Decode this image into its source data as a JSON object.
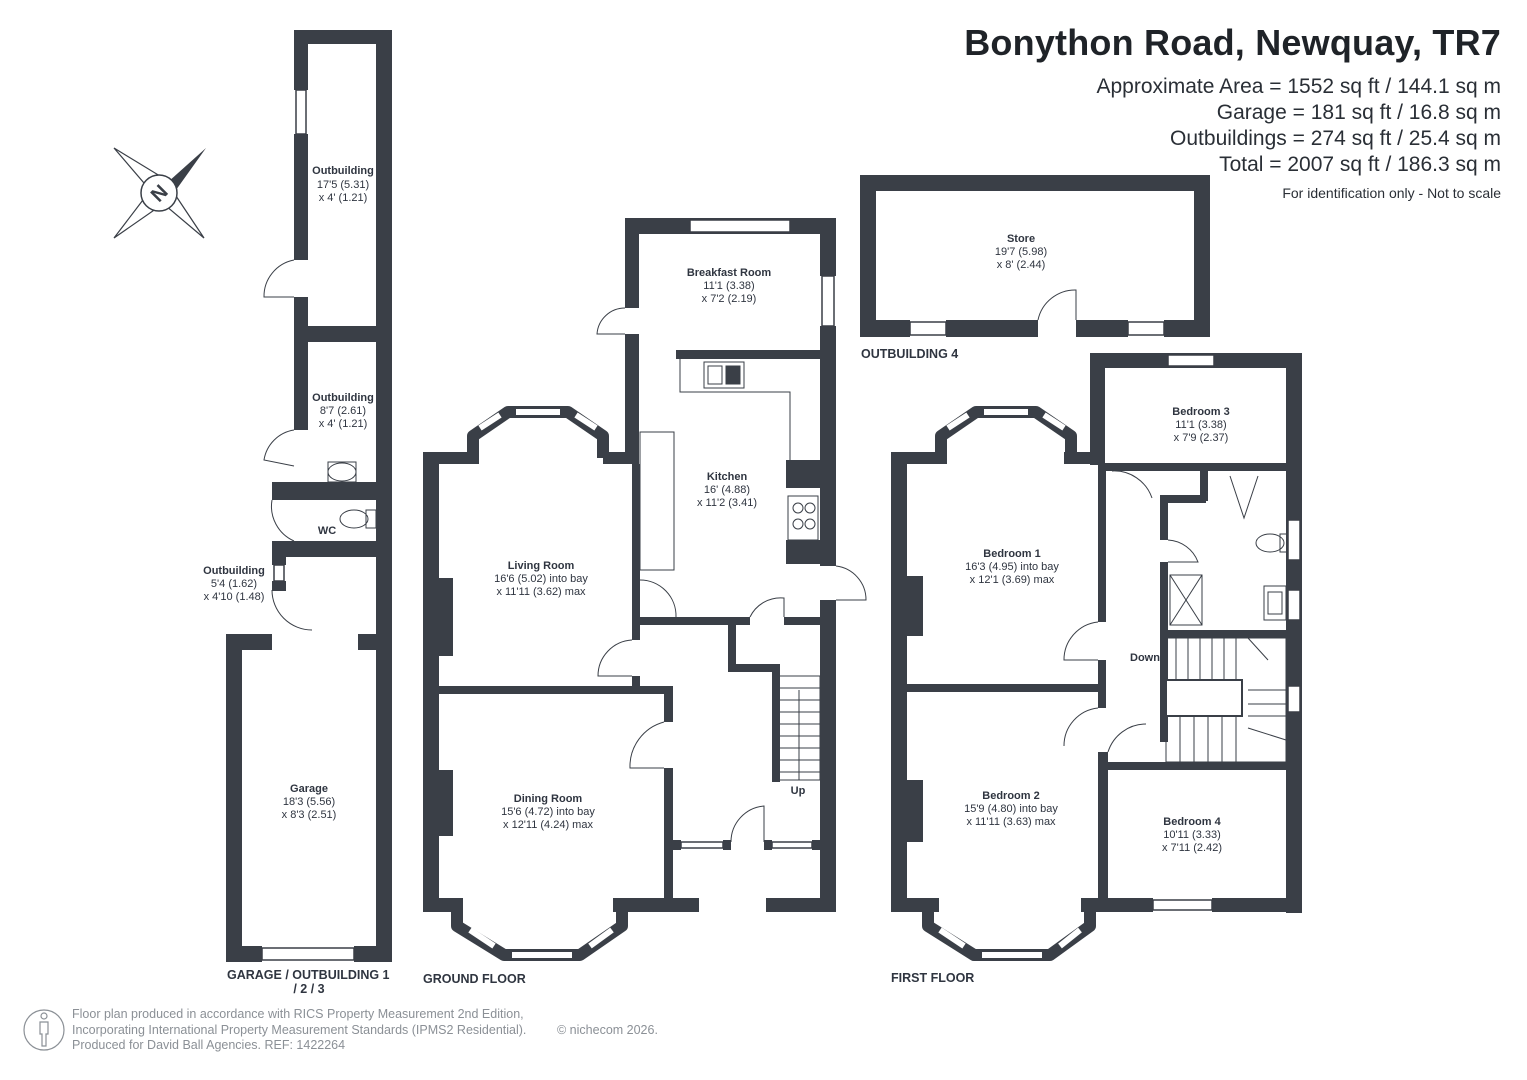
{
  "header": {
    "title": "Bonython Road, Newquay, TR7",
    "areas": [
      "Approximate Area = 1552 sq ft / 144.1 sq m",
      "Garage = 181 sq ft / 16.8 sq m",
      "Outbuildings = 274 sq ft / 25.4 sq m",
      "Total = 2007 sq ft / 186.3 sq m"
    ],
    "note": "For identification only - Not to scale"
  },
  "compass": {
    "letter": "N"
  },
  "rooms": {
    "outbuilding_a": {
      "name": "Outbuilding",
      "dim1": "17'5 (5.31)",
      "dim2": "x 4' (1.21)"
    },
    "outbuilding_b": {
      "name": "Outbuilding",
      "dim1": "8'7 (2.61)",
      "dim2": "x 4' (1.21)"
    },
    "wc": {
      "name": "WC"
    },
    "outbuilding_c": {
      "name": "Outbuilding",
      "dim1": "5'4 (1.62)",
      "dim2": "x 4'10 (1.48)"
    },
    "garage": {
      "name": "Garage",
      "dim1": "18'3 (5.56)",
      "dim2": "x 8'3 (2.51)"
    },
    "breakfast": {
      "name": "Breakfast Room",
      "dim1": "11'1 (3.38)",
      "dim2": "x 7'2 (2.19)"
    },
    "kitchen": {
      "name": "Kitchen",
      "dim1": "16' (4.88)",
      "dim2": "x 11'2 (3.41)"
    },
    "living": {
      "name": "Living Room",
      "dim1": "16'6 (5.02) into bay",
      "dim2": "x 11'11 (3.62) max"
    },
    "dining": {
      "name": "Dining Room",
      "dim1": "15'6 (4.72) into bay",
      "dim2": "x 12'11 (4.24) max"
    },
    "store": {
      "name": "Store",
      "dim1": "19'7 (5.98)",
      "dim2": "x 8' (2.44)"
    },
    "bed1": {
      "name": "Bedroom 1",
      "dim1": "16'3 (4.95) into bay",
      "dim2": "x 12'1 (3.69) max"
    },
    "bed2": {
      "name": "Bedroom 2",
      "dim1": "15'9 (4.80) into bay",
      "dim2": "x 11'11 (3.63) max"
    },
    "bed3": {
      "name": "Bedroom 3",
      "dim1": "11'1 (3.38)",
      "dim2": "x 7'9 (2.37)"
    },
    "bed4": {
      "name": "Bedroom 4",
      "dim1": "10'11 (3.33)",
      "dim2": "x 7'11 (2.42)"
    }
  },
  "stair_labels": {
    "up": "Up",
    "down": "Down"
  },
  "floor_labels": {
    "garage_line1": "GARAGE / OUTBUILDING 1",
    "garage_line2": "/ 2 / 3",
    "ground": "GROUND FLOOR",
    "first": "FIRST FLOOR",
    "outbuilding4": "OUTBUILDING 4"
  },
  "footer": {
    "lines": [
      "Floor plan produced in accordance with RICS Property Measurement 2nd Edition,",
      "Incorporating International Property Measurement Standards (IPMS2 Residential).",
      "Produced for David Ball Agencies.   REF:  1422264"
    ],
    "copyright": "© nichecom 2026."
  },
  "colors": {
    "wall": "#3a3f47",
    "text": "#2f3540",
    "footer": "#8b9096"
  }
}
